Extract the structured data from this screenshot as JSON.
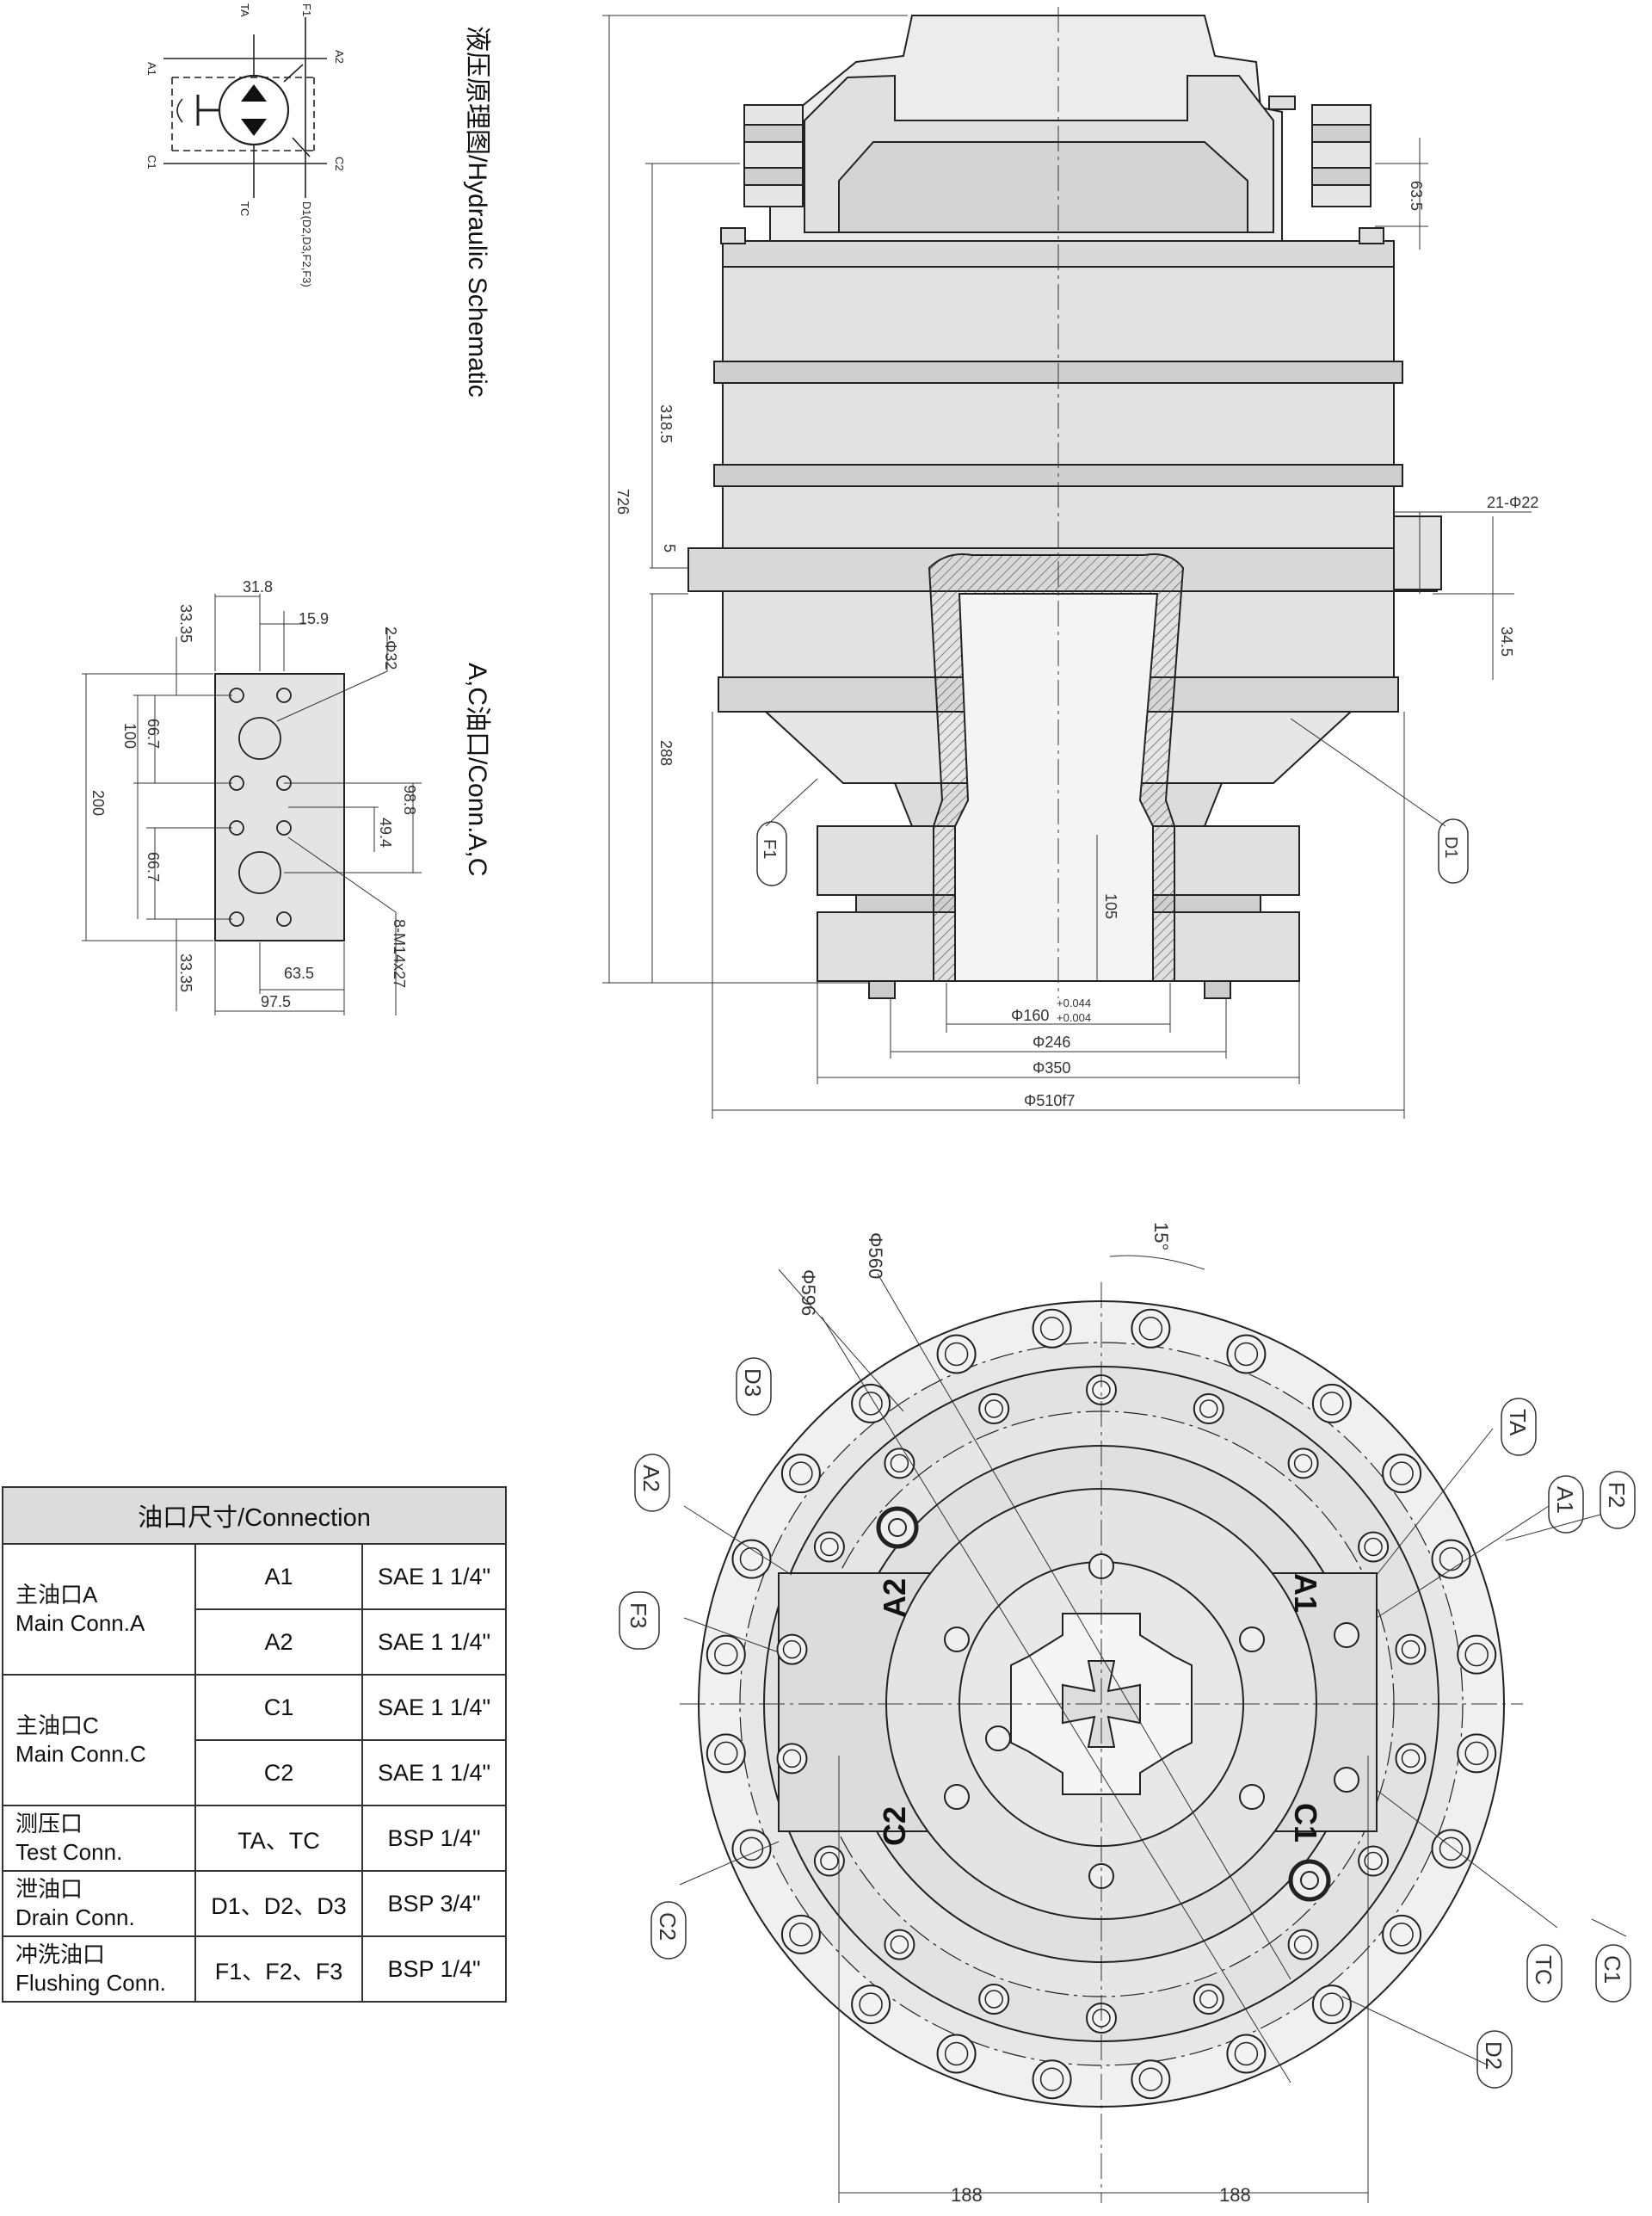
{
  "schematic": {
    "title": "液压原理图/Hydraulic Schematic",
    "ports": [
      "A1",
      "A2",
      "C1",
      "C2",
      "TA",
      "TC",
      "F1",
      "D1(D2,D3,F2,F3)"
    ]
  },
  "port_detail": {
    "title": "A,C油口/Conn.A,C",
    "dims": [
      "31.8",
      "15.9",
      "33.35",
      "2-Φ32",
      "66.7",
      "100",
      "200",
      "98.8",
      "49.4",
      "8-M14x27",
      "66.7",
      "33.35",
      "63.5",
      "97.5"
    ]
  },
  "side_view": {
    "dims": [
      "726",
      "318.5",
      "288",
      "5",
      "63.5",
      "21-Φ22",
      "34.5",
      "105",
      "Φ160",
      "+0.044",
      "+0.004",
      "Φ246",
      "Φ350",
      "Φ510f7"
    ],
    "labels": [
      "F1",
      "D1"
    ]
  },
  "front_view": {
    "dims": [
      "Φ596",
      "Φ560",
      "15°",
      "188",
      "188"
    ],
    "callouts": [
      "D3",
      "A2",
      "F3",
      "C2",
      "TA",
      "A1",
      "F2",
      "TC",
      "C1",
      "D2"
    ],
    "block_labels": [
      "A2",
      "A1",
      "C2",
      "C1"
    ]
  },
  "connection_table": {
    "header": "油口尺寸/Connection",
    "groups": [
      {
        "name_cn": "主油口A",
        "name_en": "Main Conn.A",
        "rows": [
          {
            "port": "A1",
            "size": "SAE 1 1/4\""
          },
          {
            "port": "A2",
            "size": "SAE 1 1/4\""
          }
        ]
      },
      {
        "name_cn": "主油口C",
        "name_en": "Main Conn.C",
        "rows": [
          {
            "port": "C1",
            "size": "SAE 1 1/4\""
          },
          {
            "port": "C2",
            "size": "SAE 1 1/4\""
          }
        ]
      },
      {
        "name_cn": "测压口",
        "name_en": "Test Conn.",
        "rows": [
          {
            "port": "TA、TC",
            "size": "BSP 1/4\""
          }
        ]
      },
      {
        "name_cn": "泄油口",
        "name_en": "Drain Conn.",
        "rows": [
          {
            "port": "D1、D2、D3",
            "size": "BSP 3/4\""
          }
        ]
      },
      {
        "name_cn": "冲洗油口",
        "name_en": "Flushing Conn.",
        "rows": [
          {
            "port": "F1、F2、F3",
            "size": "BSP 1/4\""
          }
        ]
      }
    ]
  }
}
